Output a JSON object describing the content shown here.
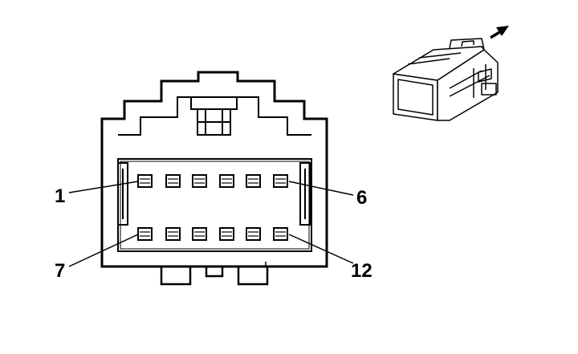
{
  "connector": {
    "pin_labels": [
      {
        "id": "pin-1",
        "text": "1"
      },
      {
        "id": "pin-6",
        "text": "6"
      },
      {
        "id": "pin-7",
        "text": "7"
      },
      {
        "id": "pin-12",
        "text": "12"
      }
    ],
    "pins_per_row": 6,
    "rows": 2
  },
  "thumbnail": {
    "icon": "connector-3d-icon",
    "arrow_icon": "direction-arrow-icon"
  }
}
